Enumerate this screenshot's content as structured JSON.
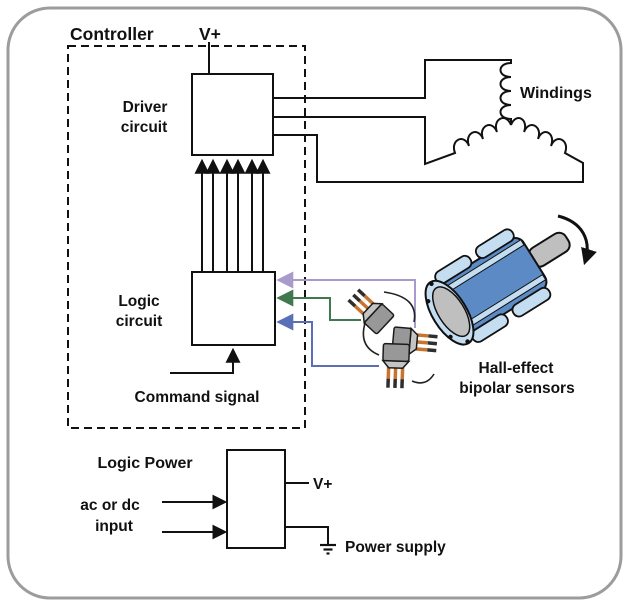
{
  "labels": {
    "controller": "Controller",
    "vplus_top": "V+",
    "driver1": "Driver",
    "driver2": "circuit",
    "logic1": "Logic",
    "logic2": "circuit",
    "command": "Command signal",
    "windings": "Windings",
    "hall1": "Hall-effect",
    "hall2": "bipolar sensors",
    "logic_power": "Logic Power",
    "ac1": "ac or dc",
    "ac2": "input",
    "vplus_bottom": "V+",
    "power_supply": "Power supply"
  },
  "colors": {
    "label_blue": "#2341A0",
    "label_red": "#D62D2A",
    "wire_purple": "#A89BCB",
    "wire_green": "#41794E",
    "wire_blue": "#5A6FB5",
    "rotor_blue": "#5C8AC5",
    "rotor_light_blue": "#C4DDF0",
    "metal_gray": "#BFBFBF",
    "sensor_pin_orange": "#C9742E",
    "frame_gray": "#9C9C9C"
  }
}
